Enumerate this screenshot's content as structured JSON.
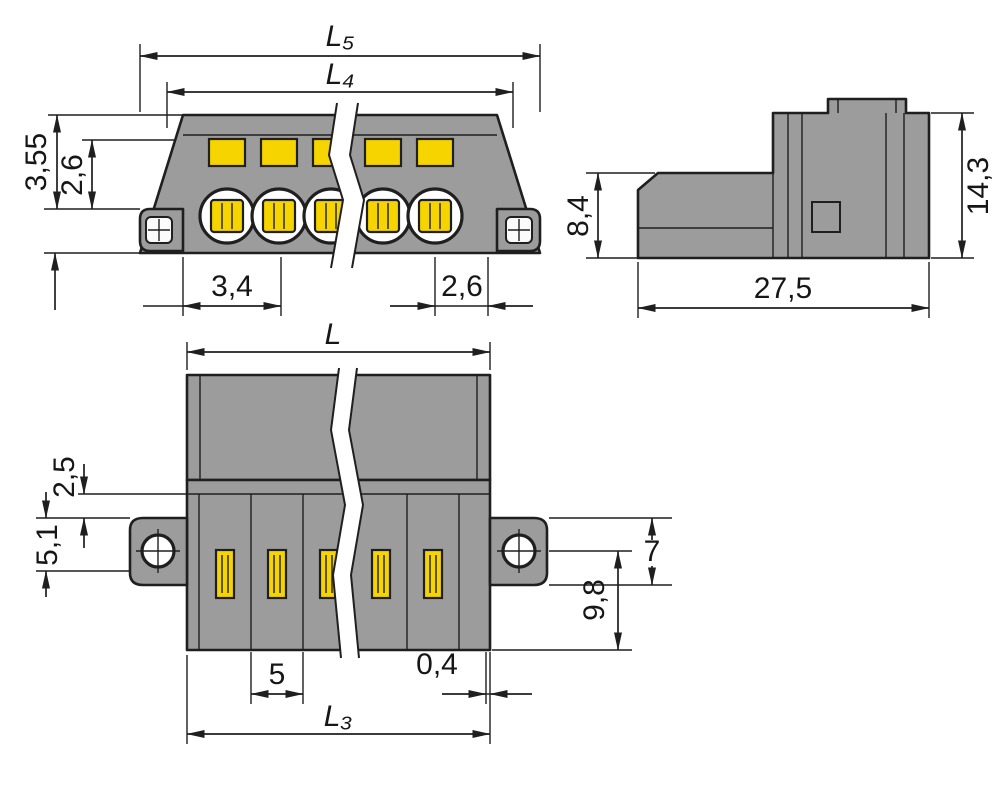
{
  "drawing": {
    "type": "technical-dimension-drawing",
    "subject": "multi-pole male connector with screw mounting flanges",
    "views": [
      "front",
      "side",
      "bottom"
    ]
  },
  "colors": {
    "background": "#ffffff",
    "line": "#1f1f1f",
    "housing_gray": "#9c9c9c",
    "contact_yellow": "#f6d400",
    "port_white": "#ffffff"
  },
  "dims": {
    "front": {
      "l5": "L₅",
      "l4": "L₄",
      "h355": "3,55",
      "h26": "2,6",
      "w34": "3,4",
      "w26": "2,6"
    },
    "side": {
      "h84": "8,4",
      "h143": "14,3",
      "d275": "27,5"
    },
    "bottom": {
      "l": "L",
      "h25": "2,5",
      "h51": "5,1",
      "h7": "7",
      "h98": "9,8",
      "pitch5": "5",
      "gap04": "0,4",
      "l3": "L₃"
    }
  }
}
